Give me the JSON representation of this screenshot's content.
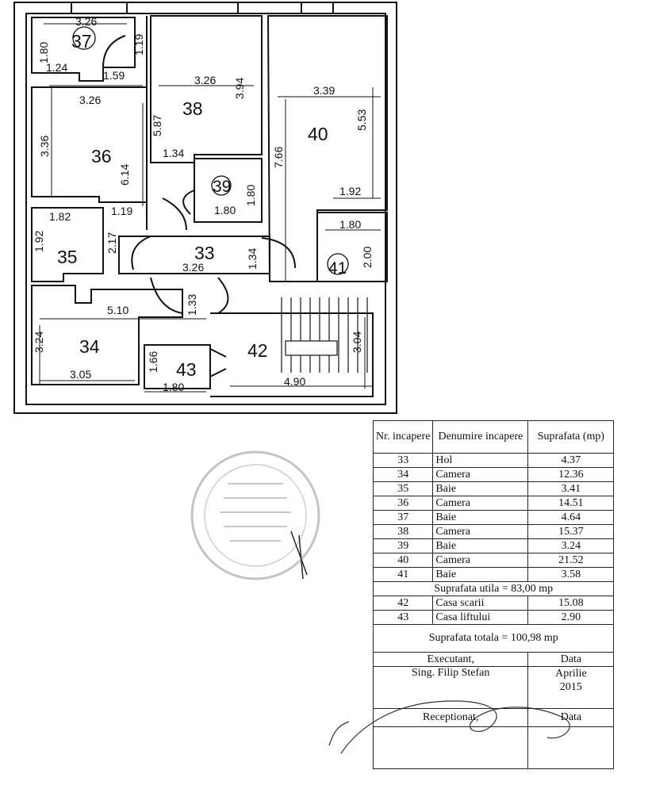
{
  "plan": {
    "rooms": [
      {
        "id": "room-33",
        "number": "33"
      },
      {
        "id": "room-34",
        "number": "34"
      },
      {
        "id": "room-35",
        "number": "35"
      },
      {
        "id": "room-36",
        "number": "36"
      },
      {
        "id": "room-37",
        "number": "37"
      },
      {
        "id": "room-38",
        "number": "38"
      },
      {
        "id": "room-39",
        "number": "39"
      },
      {
        "id": "room-40",
        "number": "40"
      },
      {
        "id": "room-41",
        "number": "41"
      },
      {
        "id": "room-42",
        "number": "42"
      },
      {
        "id": "room-43",
        "number": "43"
      }
    ],
    "dimensions": [
      "3.26",
      "1.80",
      "1.19",
      "1.24",
      "1.59",
      "3.26",
      "3.94",
      "5.87",
      "1.34",
      "3.26",
      "3.36",
      "6.14",
      "1.19",
      "3.39",
      "5.53",
      "7.66",
      "1.92",
      "1.80",
      "1.80",
      "1.82",
      "1.92",
      "2.17",
      "3.26",
      "1.34",
      "1.80",
      "2.00",
      "5.10",
      "1.33",
      "3.24",
      "3.05",
      "1.66",
      "1.80",
      "3.04",
      "4.90"
    ]
  },
  "table": {
    "headers": [
      "Nr. incapere",
      "Denumire incapere",
      "Suprafata (mp)"
    ],
    "rows_util": [
      {
        "nr": "33",
        "name": "Hol",
        "area": "4.37"
      },
      {
        "nr": "34",
        "name": "Camera",
        "area": "12.36"
      },
      {
        "nr": "35",
        "name": "Baie",
        "area": "3.41"
      },
      {
        "nr": "36",
        "name": "Camera",
        "area": "14.51"
      },
      {
        "nr": "37",
        "name": "Baie",
        "area": "4.64"
      },
      {
        "nr": "38",
        "name": "Camera",
        "area": "15.37"
      },
      {
        "nr": "39",
        "name": "Baie",
        "area": "3.24"
      },
      {
        "nr": "40",
        "name": "Camera",
        "area": "21.52"
      },
      {
        "nr": "41",
        "name": "Baie",
        "area": "3.58"
      }
    ],
    "suprafata_utila": "Suprafata utila = 83,00 mp",
    "rows_extra": [
      {
        "nr": "42",
        "name": "Casa scarii",
        "area": "15.08"
      },
      {
        "nr": "43",
        "name": "Casa liftului",
        "area": "2.90"
      }
    ],
    "suprafata_totala": "Suprafata totala = 100,98 mp",
    "executant_label": "Executant,",
    "data_label": "Data",
    "executant_name": "Sing. Filip  Stefan",
    "date_line1": "Aprilie",
    "date_line2": "2015",
    "receptionat_label": "Receptionat,",
    "data_label2": "Data"
  },
  "colors": {
    "ink": "#111111",
    "stamp": "#b9b9b9"
  }
}
